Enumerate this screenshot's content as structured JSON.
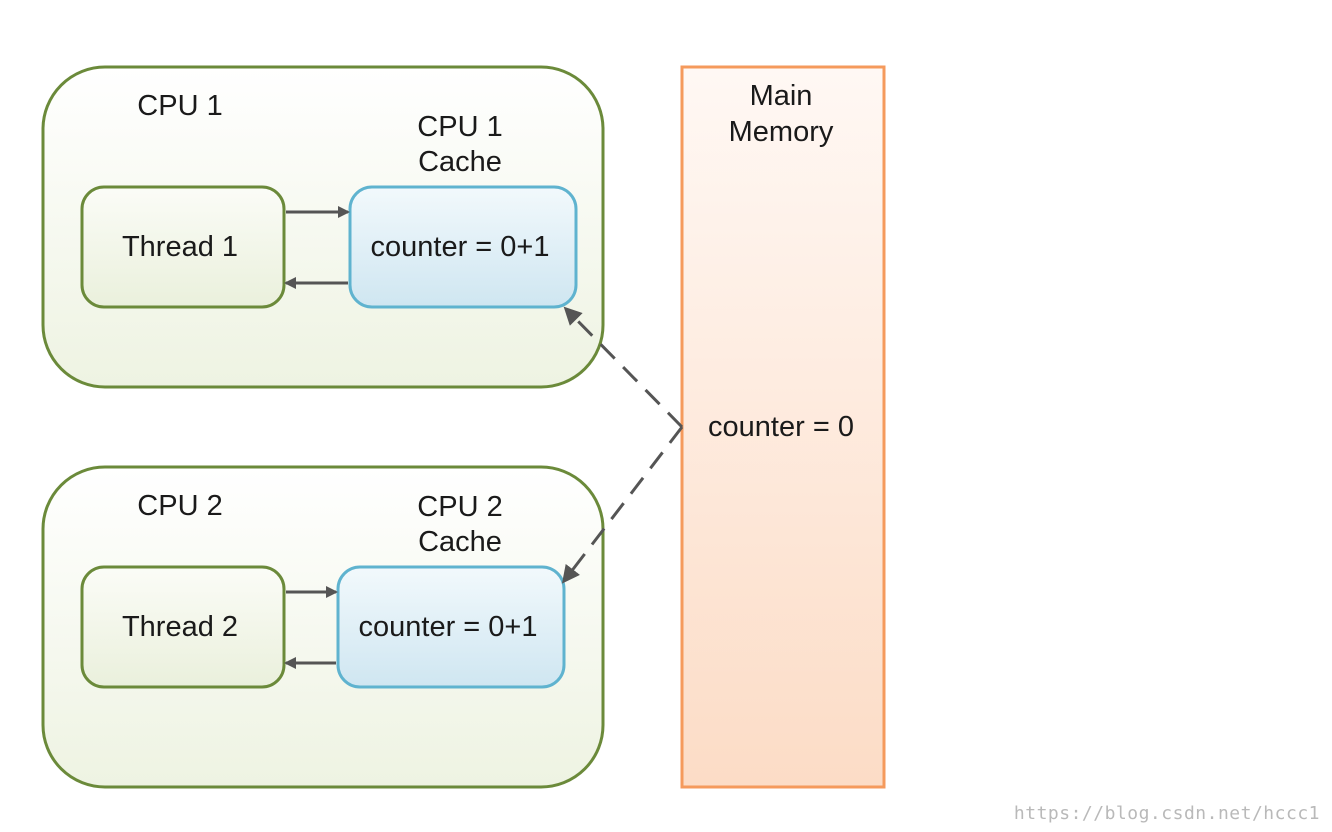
{
  "cpu1": {
    "title": "CPU 1",
    "cache_title_line1": "CPU 1",
    "cache_title_line2": "Cache",
    "thread_label": "Thread 1",
    "cache_value": "counter = 0+1"
  },
  "cpu2": {
    "title": "CPU 2",
    "cache_title_line1": "CPU 2",
    "cache_title_line2": "Cache",
    "thread_label": "Thread 2",
    "cache_value": "counter = 0+1"
  },
  "main_memory": {
    "title_line1": "Main",
    "title_line2": "Memory",
    "value": "counter = 0"
  },
  "watermark": "https://blog.csdn.net/hccc1",
  "colors": {
    "cpu_border": "#6b8a3a",
    "cpu_fill": "#f4f8ec",
    "thread_border": "#6b8a3a",
    "thread_fill": "#f2f6ea",
    "cache_border": "#5fb3cf",
    "cache_fill": "#ddeef6",
    "memory_border": "#f59a5c",
    "memory_fill_top": "#fff6f1",
    "memory_fill_bottom": "#fde0cc",
    "arrow": "#555555"
  }
}
